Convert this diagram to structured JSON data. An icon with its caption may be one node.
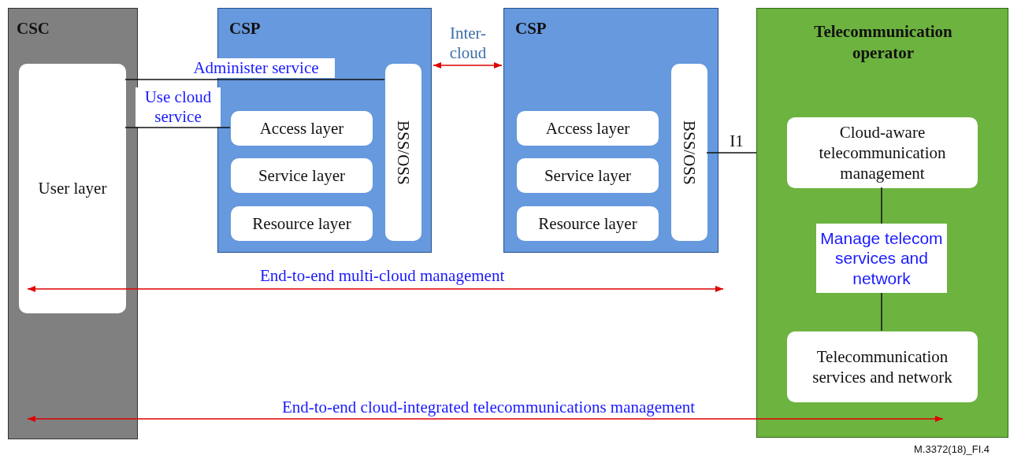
{
  "diagram": {
    "nodes": [
      {
        "text": [
          "CSC"
        ]
      },
      {
        "text": [
          "User layer"
        ],
        "in": 0
      },
      {
        "text": [
          "CSP"
        ]
      },
      {
        "text": [
          "Access layer"
        ],
        "in": 2
      },
      {
        "text": [
          "Service layer"
        ],
        "in": 2
      },
      {
        "text": [
          "Resource layer"
        ],
        "in": 2
      },
      {
        "text": [
          "BSS/OSS"
        ],
        "in": 2
      },
      {
        "text": [
          "CSP"
        ]
      },
      {
        "text": [
          "Access layer"
        ],
        "in": 7
      },
      {
        "text": [
          "Service layer"
        ],
        "in": 7
      },
      {
        "text": [
          "Resource layer"
        ],
        "in": 7
      },
      {
        "text": [
          "BSS/OSS"
        ],
        "in": 7
      },
      {
        "text": [
          "Telecommunication operator"
        ]
      },
      {
        "text": [
          "Cloud-aware telecommunication management"
        ],
        "in": 12
      },
      {
        "text": [
          "Telecommunication services and network"
        ],
        "in": 12
      }
    ],
    "edges": [
      {
        "from": 1,
        "to": 6,
        "arrow": "none",
        "label": "Administer service"
      },
      {
        "from": 1,
        "to": 3,
        "arrow": "none",
        "label": "Use cloud service"
      },
      {
        "from": 2,
        "to": 7,
        "arrow": "both",
        "label": "Inter-cloud",
        "color": "#e00000"
      },
      {
        "from": 11,
        "to": 12,
        "arrow": "none",
        "label": "I1"
      },
      {
        "from": 13,
        "to": 14,
        "arrow": "none",
        "label": "Manage telecom services and network"
      },
      {
        "from": 0,
        "to": 12,
        "arrow": "both",
        "label": "End-to-end cloud-integrated telecommunications management",
        "color": "#e00000"
      }
    ],
    "labels": [
      "End-to-end multi-cloud management",
      "M.3372(18)_FI.4"
    ]
  }
}
